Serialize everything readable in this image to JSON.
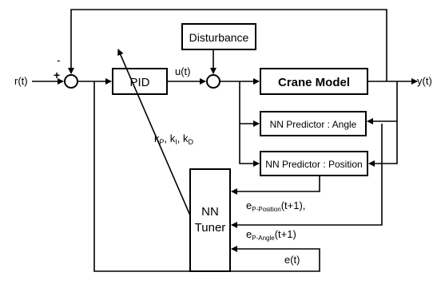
{
  "diagram": {
    "input_label": "r(t)",
    "output_label": "y(t)",
    "control_label": "u(t)",
    "error_label": "e(t)",
    "minus_sign": "-",
    "plus_sign": "+",
    "blocks": {
      "pid": "PID",
      "disturbance": "Disturbance",
      "crane_model": "Crane Model",
      "nn_angle": "NN Predictor : Angle",
      "nn_position": "NN Predictor : Position",
      "nn_tuner_line1": "NN",
      "nn_tuner_line2": "Tuner"
    },
    "gains": {
      "kp_base": "k",
      "kp_sub": "P",
      "ki_base": "k",
      "ki_sub": "I",
      "kd_base": "k",
      "kd_sub": "D",
      "sep": ", "
    },
    "e_position": {
      "base": "e",
      "sub": "P-Position",
      "suffix": "(t+1),"
    },
    "e_angle": {
      "base": "e",
      "sub": "P-Angle",
      "suffix": "(t+1)"
    }
  }
}
